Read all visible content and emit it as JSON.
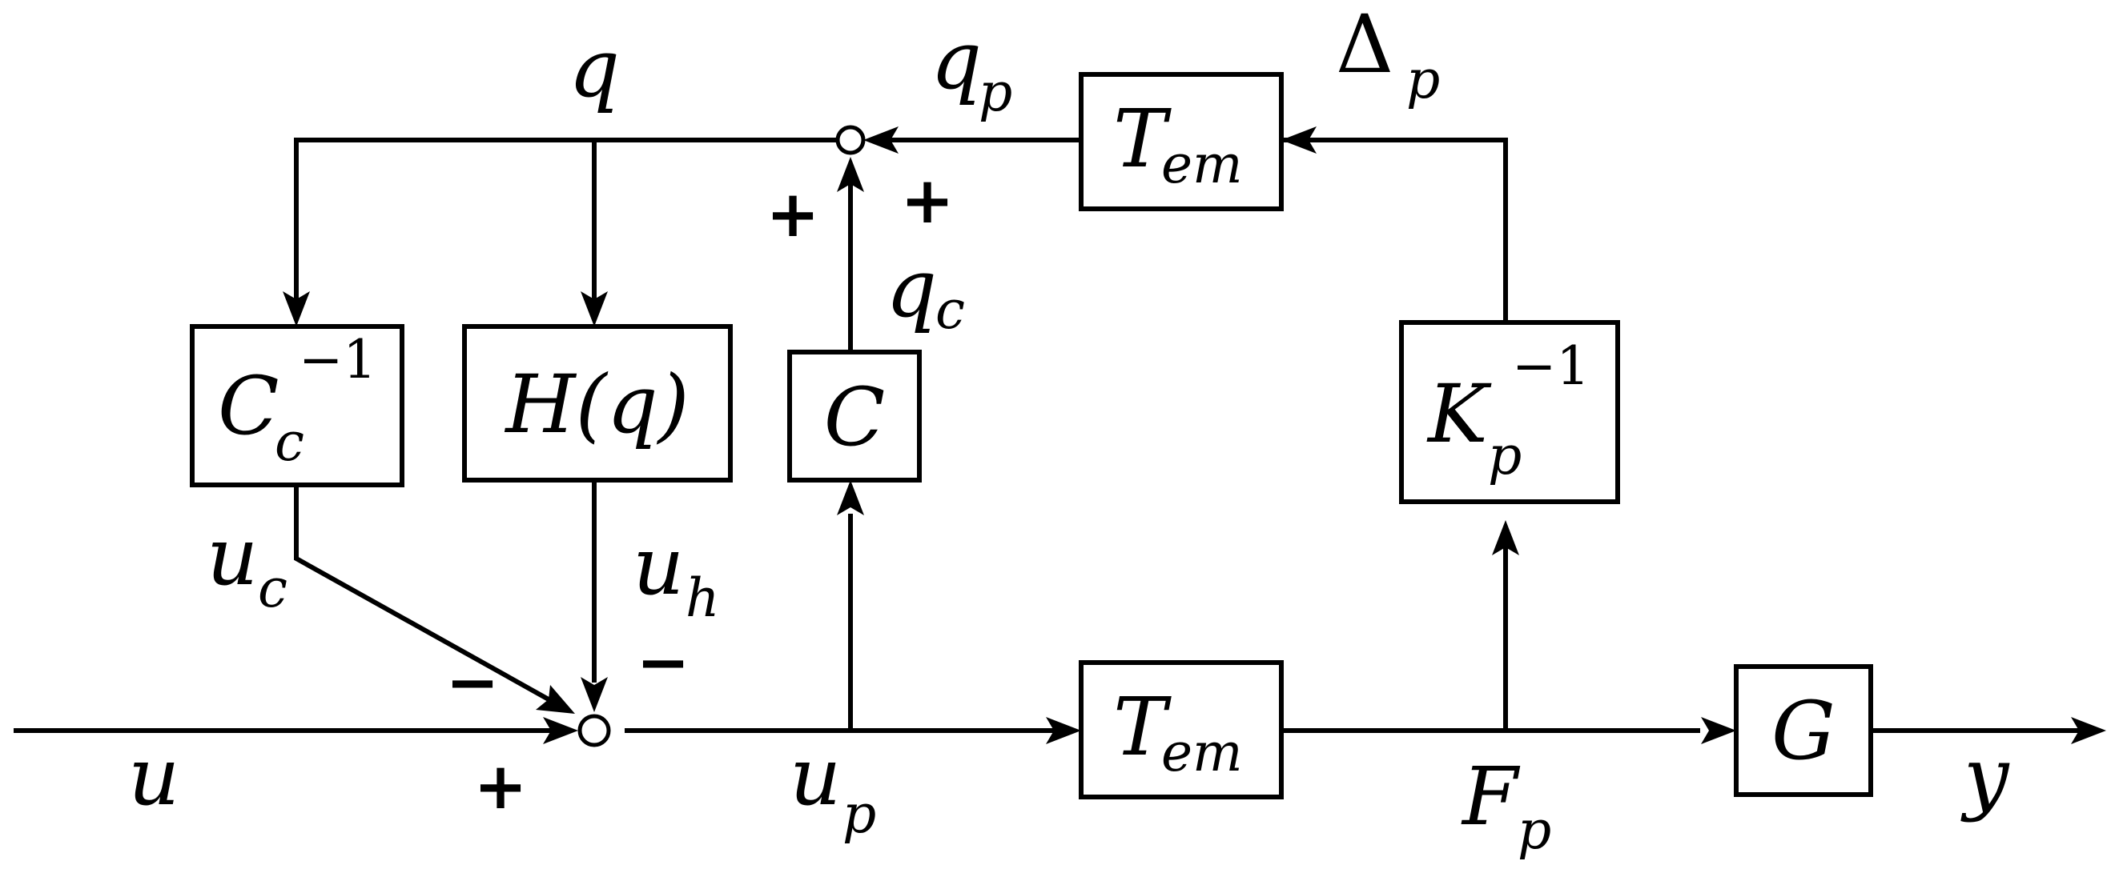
{
  "blocks": {
    "cc_inv": {
      "main": "C",
      "sub": "c",
      "sup": "−1"
    },
    "h": {
      "label": "H(q)"
    },
    "c": {
      "label": "C"
    },
    "k_inv": {
      "main": "K",
      "sub": "p",
      "sup": "−1"
    },
    "tem_top": {
      "main": "T",
      "sub": "em"
    },
    "tem_bottom": {
      "main": "T",
      "sub": "em"
    },
    "g": {
      "label": "G"
    }
  },
  "signals": {
    "q": {
      "main": "q"
    },
    "qp": {
      "main": "q",
      "sub": "p"
    },
    "delta_p": {
      "main": "Δ",
      "sub": "p"
    },
    "qc": {
      "main": "q",
      "sub": "c"
    },
    "uc": {
      "main": "u",
      "sub": "c"
    },
    "uh": {
      "main": "u",
      "sub": "h"
    },
    "u": {
      "main": "u"
    },
    "up": {
      "main": "u",
      "sub": "p"
    },
    "fp": {
      "main": "F",
      "sub": "p"
    },
    "y": {
      "main": "y"
    }
  },
  "signs": {
    "top_left_plus": "+",
    "top_right_plus": "+",
    "bottom_left_minus": "−",
    "bottom_right_minus": "−",
    "bottom_plus": "+"
  }
}
